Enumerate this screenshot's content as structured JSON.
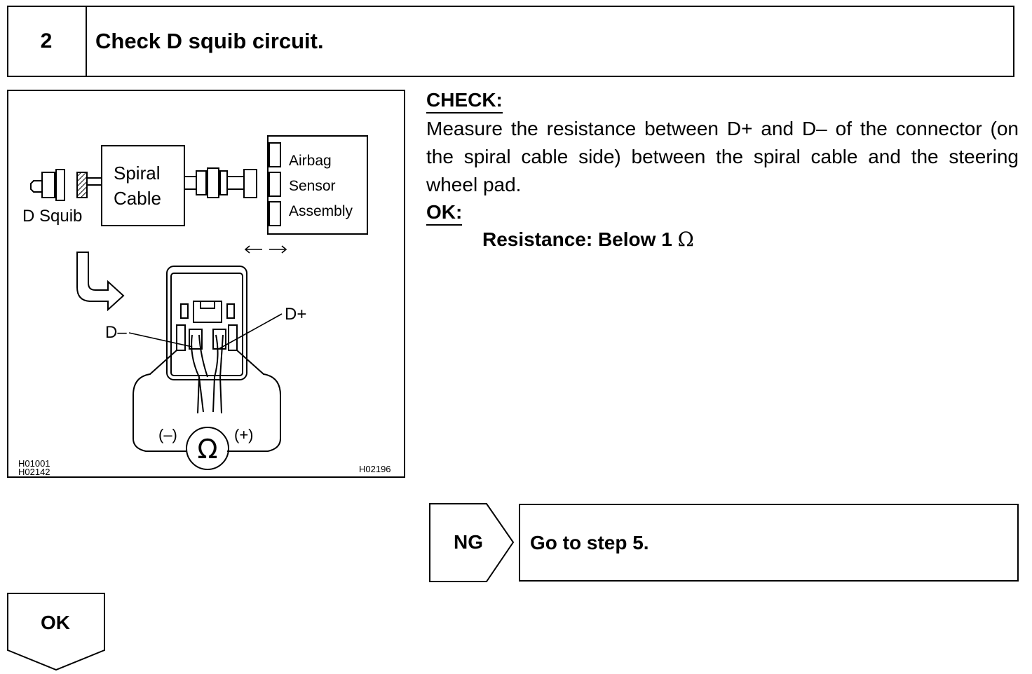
{
  "step": {
    "number": "2",
    "title": "Check D squib circuit."
  },
  "figure": {
    "labels": {
      "d_squib": "D Squib",
      "spiral_line1": "Spiral",
      "spiral_line2": "Cable",
      "airbag_line1": "Airbag",
      "airbag_line2": "Sensor",
      "airbag_line3": "Assembly",
      "d_minus": "D–",
      "d_plus": "D+",
      "neg_terminal": "(–)",
      "pos_terminal": "(+)",
      "meter_symbol": "Ω",
      "code_left_1": "H01001",
      "code_left_2": "H02142",
      "code_right": "H02196"
    }
  },
  "check": {
    "heading": "CHECK:",
    "body": "Measure the resistance between D+ and D– of the connector (on the spiral cable side) between the spiral cable and the steering wheel pad.",
    "ok_heading": "OK:",
    "spec_label": "Resistance: Below 1",
    "spec_unit": "Ω"
  },
  "ng": {
    "label": "NG",
    "action": "Go to step 5."
  },
  "ok": {
    "label": "OK"
  }
}
